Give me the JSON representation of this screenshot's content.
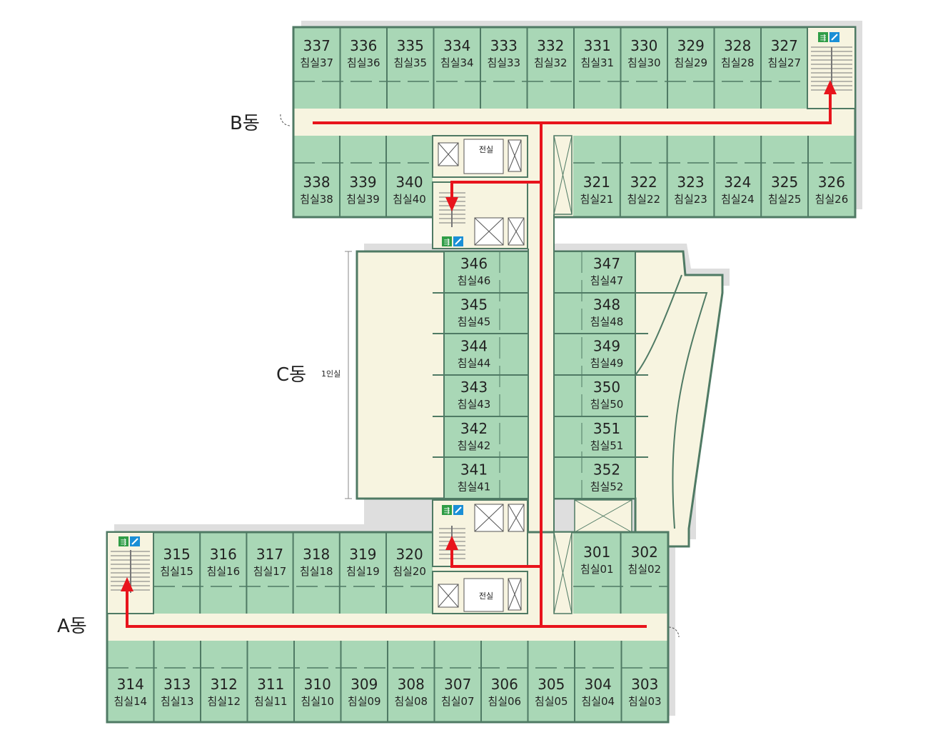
{
  "wings": {
    "a": "A동",
    "b": "B동",
    "c": "C동",
    "c_note": "1인실"
  },
  "utility": {
    "jeonsil": "전실"
  },
  "colors": {
    "room": "#a9d7b6",
    "wall": "#4f7a64",
    "corridor": "#f7f4e0",
    "route": "#e8141c",
    "shadow": "#dcdcdc",
    "exit_sign": "#2f9d46",
    "extinguisher_sign": "#1a8fd6"
  },
  "icons": [
    "exit-sign-icon",
    "fire-extinguisher-icon",
    "evacuation-arrow-icon",
    "stair-icon",
    "elevator-icon"
  ],
  "rooms": {
    "b_top": [
      {
        "num": "337",
        "name": "침실37"
      },
      {
        "num": "336",
        "name": "침실36"
      },
      {
        "num": "335",
        "name": "침실35"
      },
      {
        "num": "334",
        "name": "침실34"
      },
      {
        "num": "333",
        "name": "침실33"
      },
      {
        "num": "332",
        "name": "침실32"
      },
      {
        "num": "331",
        "name": "침실31"
      },
      {
        "num": "330",
        "name": "침실30"
      },
      {
        "num": "329",
        "name": "침실29"
      },
      {
        "num": "328",
        "name": "침실28"
      },
      {
        "num": "327",
        "name": "침실27"
      }
    ],
    "b_bottom_left": [
      {
        "num": "338",
        "name": "침실38"
      },
      {
        "num": "339",
        "name": "침실39"
      },
      {
        "num": "340",
        "name": "침실40"
      }
    ],
    "b_bottom_right": [
      {
        "num": "321",
        "name": "침실21"
      },
      {
        "num": "322",
        "name": "침실22"
      },
      {
        "num": "323",
        "name": "침실23"
      },
      {
        "num": "324",
        "name": "침실24"
      },
      {
        "num": "325",
        "name": "침실25"
      },
      {
        "num": "326",
        "name": "침실26"
      }
    ],
    "c_left": [
      {
        "num": "346",
        "name": "침실46"
      },
      {
        "num": "345",
        "name": "침실45"
      },
      {
        "num": "344",
        "name": "침실44"
      },
      {
        "num": "343",
        "name": "침실43"
      },
      {
        "num": "342",
        "name": "침실42"
      },
      {
        "num": "341",
        "name": "침실41"
      }
    ],
    "c_right": [
      {
        "num": "347",
        "name": "침실47"
      },
      {
        "num": "348",
        "name": "침실48"
      },
      {
        "num": "349",
        "name": "침실49"
      },
      {
        "num": "350",
        "name": "침실50"
      },
      {
        "num": "351",
        "name": "침실51"
      },
      {
        "num": "352",
        "name": "침실52"
      }
    ],
    "a_top_left": [
      {
        "num": "315",
        "name": "침실15"
      },
      {
        "num": "316",
        "name": "침실16"
      },
      {
        "num": "317",
        "name": "침실17"
      },
      {
        "num": "318",
        "name": "침실18"
      },
      {
        "num": "319",
        "name": "침실19"
      },
      {
        "num": "320",
        "name": "침실20"
      }
    ],
    "a_top_right": [
      {
        "num": "301",
        "name": "침실01"
      },
      {
        "num": "302",
        "name": "침실02"
      }
    ],
    "a_bottom": [
      {
        "num": "314",
        "name": "침실14"
      },
      {
        "num": "313",
        "name": "침실13"
      },
      {
        "num": "312",
        "name": "침실12"
      },
      {
        "num": "311",
        "name": "침실11"
      },
      {
        "num": "310",
        "name": "침실10"
      },
      {
        "num": "309",
        "name": "침실09"
      },
      {
        "num": "308",
        "name": "침실08"
      },
      {
        "num": "307",
        "name": "침실07"
      },
      {
        "num": "306",
        "name": "침실06"
      },
      {
        "num": "305",
        "name": "침실05"
      },
      {
        "num": "304",
        "name": "침실04"
      },
      {
        "num": "303",
        "name": "침실03"
      }
    ]
  }
}
